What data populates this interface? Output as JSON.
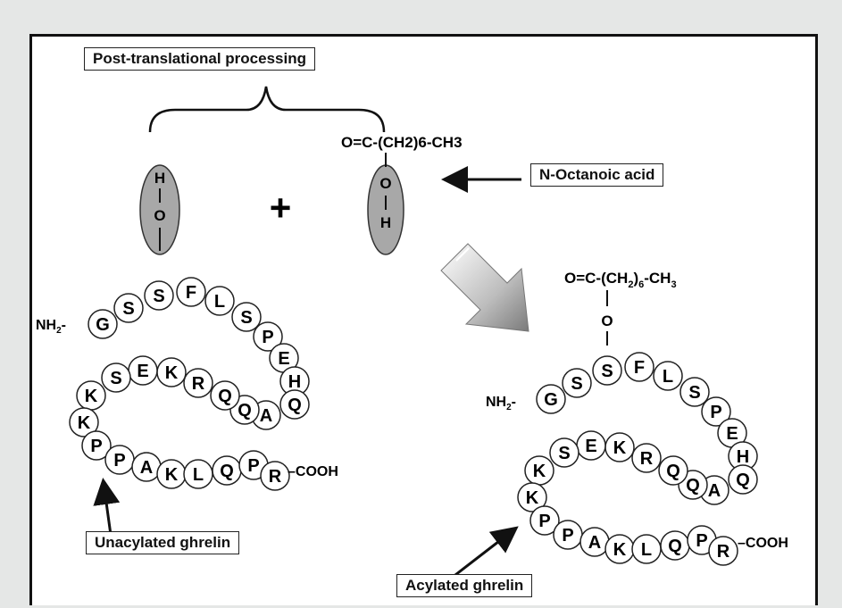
{
  "labels": {
    "post_translational": "Post-translational processing",
    "n_octanoic": "N-Octanoic acid",
    "unacylated": "Unacylated ghrelin",
    "acylated": "Acylated ghrelin"
  },
  "reaction": {
    "plus": "+",
    "left_group": [
      "H",
      "O"
    ],
    "right_group": [
      "O",
      "H"
    ],
    "octanoic_formula": "O=C-(CH2)6-CH3",
    "acyl_chain": {
      "prefix": "O=C-(CH",
      "sub1": "2",
      "mid": ")",
      "sub2": "6",
      "suffix": "-CH",
      "sub3": "3"
    },
    "acyl_oxygen": "O"
  },
  "peptide": {
    "n_terminus": {
      "text": "NH",
      "sub": "2",
      "tail": "-"
    },
    "c_terminus": "–COOH",
    "sequence": [
      "G",
      "S",
      "S",
      "F",
      "L",
      "S",
      "P",
      "E",
      "H",
      "Q",
      "A",
      "Q",
      "Q",
      "R",
      "K",
      "E",
      "S",
      "K",
      "K",
      "P",
      "P",
      "A",
      "K",
      "L",
      "Q",
      "P",
      "R"
    ]
  },
  "colors": {
    "group_fill": "#a8a8a8",
    "bead_fill": "#ffffff",
    "frame": "#111111"
  }
}
